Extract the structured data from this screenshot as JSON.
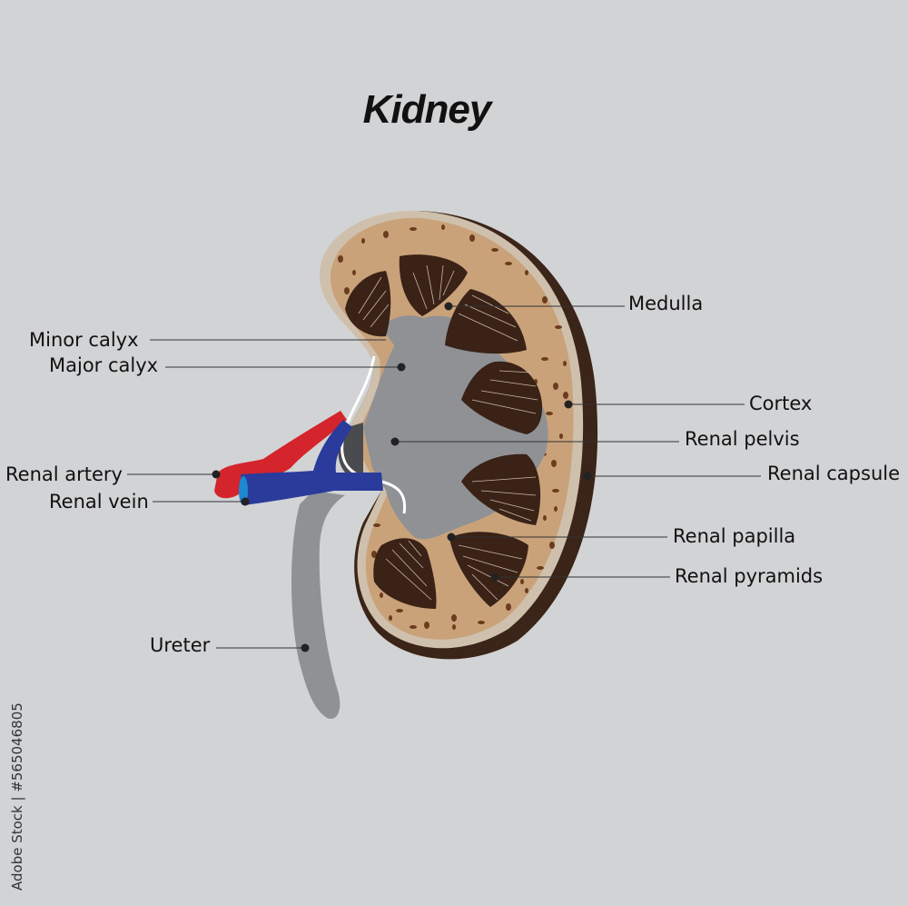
{
  "title": "Kidney",
  "labels": {
    "medulla": "Medulla",
    "minor_calyx": "Minor calyx",
    "major_calyx": "Major calyx",
    "cortex": "Cortex",
    "renal_pelvis": "Renal pelvis",
    "renal_capsule": "Renal capsule",
    "renal_artery": "Renal artery",
    "renal_vein": "Renal vein",
    "renal_papilla": "Renal papilla",
    "renal_pyramids": "Renal pyramids",
    "ureter": "Ureter"
  },
  "side_text": "Adobe Stock | #565046805",
  "watermark": "Adobe Stock",
  "colors": {
    "background": "#d2d3d5",
    "cortex": "#c9a27a",
    "capsule": "#3b2418",
    "cortex_rim": "#cfc0ad",
    "pyramid": "#3a2217",
    "pelvis": "#8f9195",
    "artery": "#d4242c",
    "vein": "#2a3b9c",
    "ureter": "#8f9195",
    "spots": "#6b3c1e"
  }
}
